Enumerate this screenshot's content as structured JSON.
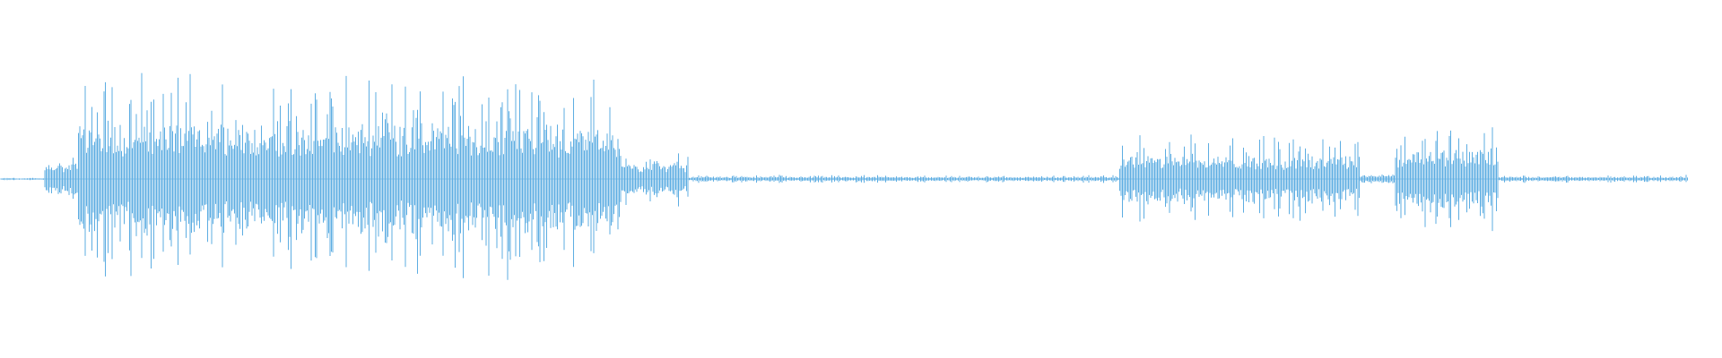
{
  "waveform": {
    "color": "#5dade2",
    "background": "#ffffff",
    "segments": [
      {
        "start": 0.0,
        "end": 0.026,
        "level": 0.01
      },
      {
        "start": 0.026,
        "end": 0.045,
        "level": 0.22
      },
      {
        "start": 0.045,
        "end": 0.36,
        "level": 0.75
      },
      {
        "start": 0.36,
        "end": 0.4,
        "level": 0.22
      },
      {
        "start": 0.4,
        "end": 0.65,
        "level": 0.03
      },
      {
        "start": 0.65,
        "end": 0.79,
        "level": 0.32
      },
      {
        "start": 0.79,
        "end": 0.81,
        "level": 0.06
      },
      {
        "start": 0.81,
        "end": 0.87,
        "level": 0.4
      },
      {
        "start": 0.87,
        "end": 0.98,
        "level": 0.03
      }
    ]
  }
}
